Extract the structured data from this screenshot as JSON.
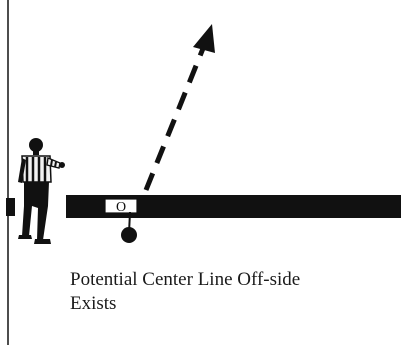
{
  "caption": {
    "line1": "Potential Center Line Off-side",
    "line2": "Exists"
  },
  "center_marker": {
    "label": "O"
  },
  "colors": {
    "ink": "#111111",
    "background": "#ffffff"
  },
  "icons": [
    "referee-figure-icon",
    "puck-icon",
    "pass-arrow-icon"
  ]
}
